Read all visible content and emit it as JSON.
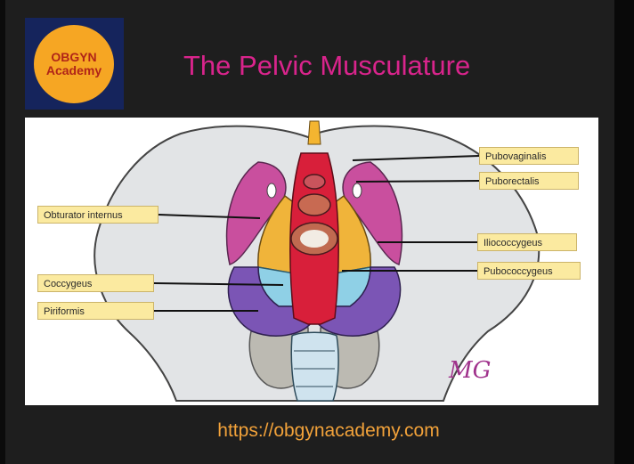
{
  "logo": {
    "line1": "OBGYN",
    "line2": "Academy"
  },
  "title": "The Pelvic Musculature",
  "labels": {
    "pubovaginalis": "Pubovaginalis",
    "puborectalis": "Puborectalis",
    "obturator_internus": "Obturator internus",
    "iliococcygeus": "Iliococcygeus",
    "pubococcygeus": "Pubococcygeus",
    "coccygeus": "Coccygeus",
    "piriformis": "Piriformis"
  },
  "artist_signature": "MG",
  "url": "https://obgynacademy.com",
  "colors": {
    "title": "#d9248c",
    "url": "#f2a23a",
    "logo_bg": "#15245c",
    "logo_circle": "#f6a623",
    "label_bg": "#fbeaa0",
    "obturator_internus": "#c94f9e",
    "iliococcygeus": "#f0b43a",
    "pubococcygeus": "#d81f3a",
    "coccygeus": "#8fd0e6",
    "piriformis": "#7b55b5"
  }
}
